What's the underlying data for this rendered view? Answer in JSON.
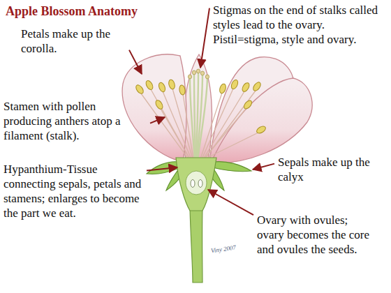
{
  "diagram": {
    "title": "Apple Blossom Anatomy",
    "labels": [
      "Petals make up the corolla.",
      "Stamen with pollen producing anthers atop a filament (stalk).",
      "Hypanthium-Tissue connecting sepals, petals and stamens; enlarges to become the part we eat.",
      "Stigmas on the end of stalks called styles lead to the ovary. Pistil=stigma, style and ovary.",
      "Sepals make up the calyx",
      "Ovary with ovules; ovary becomes the core and ovules the seeds.",
      "Viny 2007"
    ]
  }
}
